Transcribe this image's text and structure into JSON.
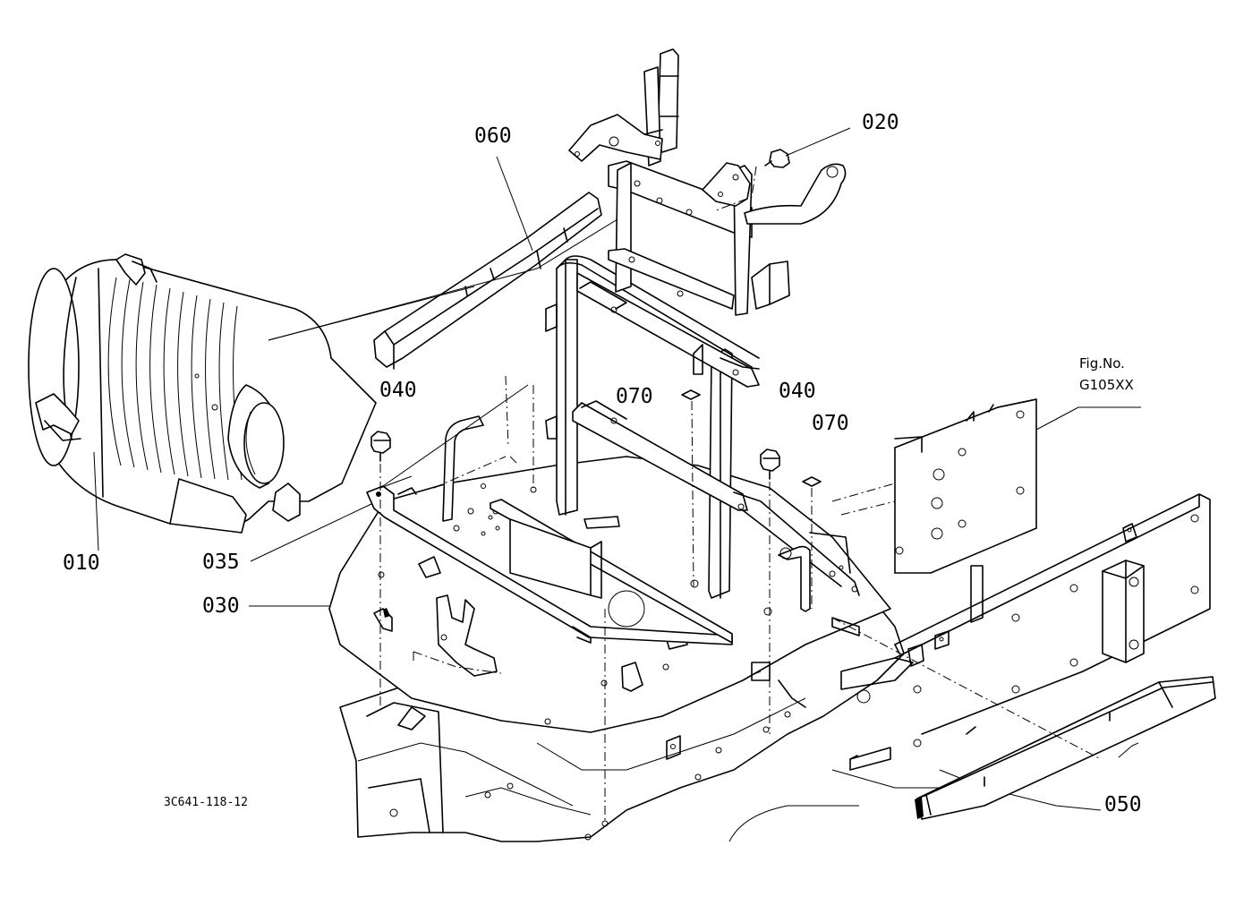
{
  "diagram": {
    "part_labels": [
      {
        "id": "p010",
        "text": "010"
      },
      {
        "id": "p020",
        "text": "020"
      },
      {
        "id": "p030",
        "text": "030"
      },
      {
        "id": "p035",
        "text": "035"
      },
      {
        "id": "p040a",
        "text": "040"
      },
      {
        "id": "p040b",
        "text": "040"
      },
      {
        "id": "p050",
        "text": "050"
      },
      {
        "id": "p060",
        "text": "060"
      },
      {
        "id": "p070a",
        "text": "070"
      },
      {
        "id": "p070b",
        "text": "070"
      }
    ],
    "fig_ref": {
      "line1": "Fig.No.",
      "line2": "G105XX"
    },
    "drawing_number": "3C641-118-12"
  }
}
